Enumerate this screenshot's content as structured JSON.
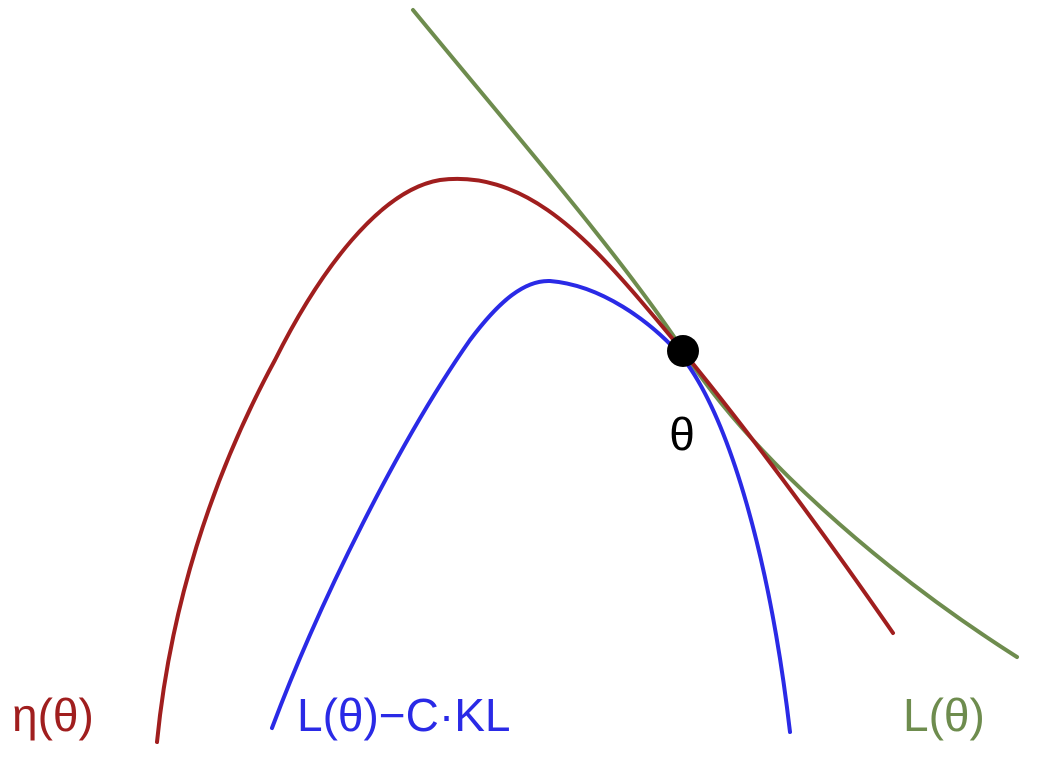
{
  "diagram": {
    "point_label": "θ",
    "curves": [
      {
        "key": "surrogate",
        "label": "L(θ)",
        "color": "#6e8c4e"
      },
      {
        "key": "objective",
        "label": "η(θ)",
        "color": "#a01e1e"
      },
      {
        "key": "lower_bound",
        "label": "L(θ)−C·KL",
        "color": "#2a2ae6"
      }
    ],
    "point_color": "#000000"
  }
}
